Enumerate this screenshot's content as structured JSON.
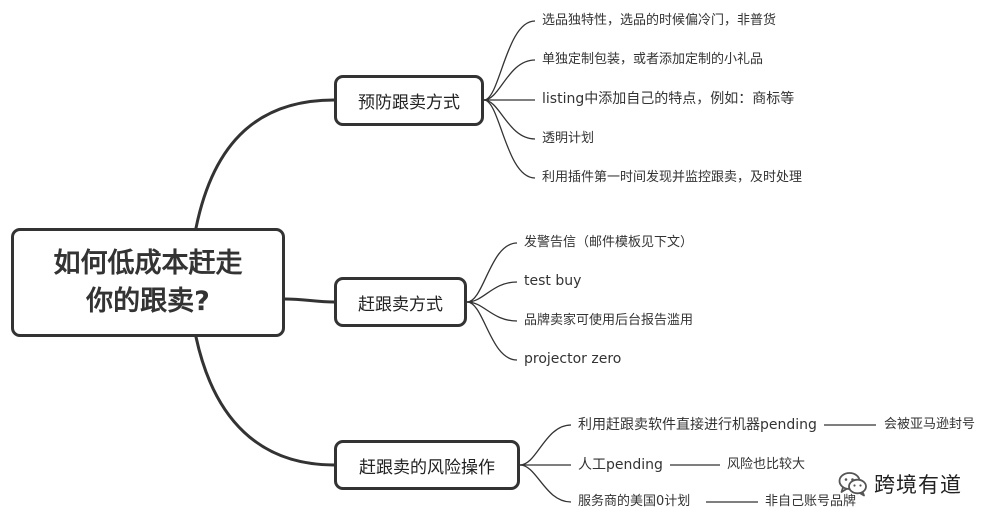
{
  "root": {
    "title": "如何低成本赶走你的跟卖?"
  },
  "branches": [
    {
      "label": "预防跟卖方式",
      "items": [
        "选品独特性，选品的时候偏冷门，非普货",
        "单独定制包装，或者添加定制的小礼品",
        "listing中添加自己的特点，例如：商标等",
        "透明计划",
        "利用插件第一时间发现并监控跟卖，及时处理"
      ]
    },
    {
      "label": "赶跟卖方式",
      "items": [
        "发警告信（邮件模板见下文）",
        "test buy",
        "品牌卖家可使用后台报告滥用",
        "projector zero"
      ]
    },
    {
      "label": "赶跟卖的风险操作",
      "items": [
        {
          "text": "利用赶跟卖软件直接进行机器pending",
          "consequence": "会被亚马逊封号"
        },
        {
          "text": "人工pending",
          "consequence": "风险也比较大"
        },
        {
          "text": "服务商的美国0计划",
          "consequence": "非自己账号品牌"
        }
      ]
    }
  ],
  "watermark": {
    "text": "跨境有道",
    "icon": "wechat-logo"
  },
  "colors": {
    "line": "#333333",
    "node_border": "#333333",
    "text": "#333333"
  }
}
